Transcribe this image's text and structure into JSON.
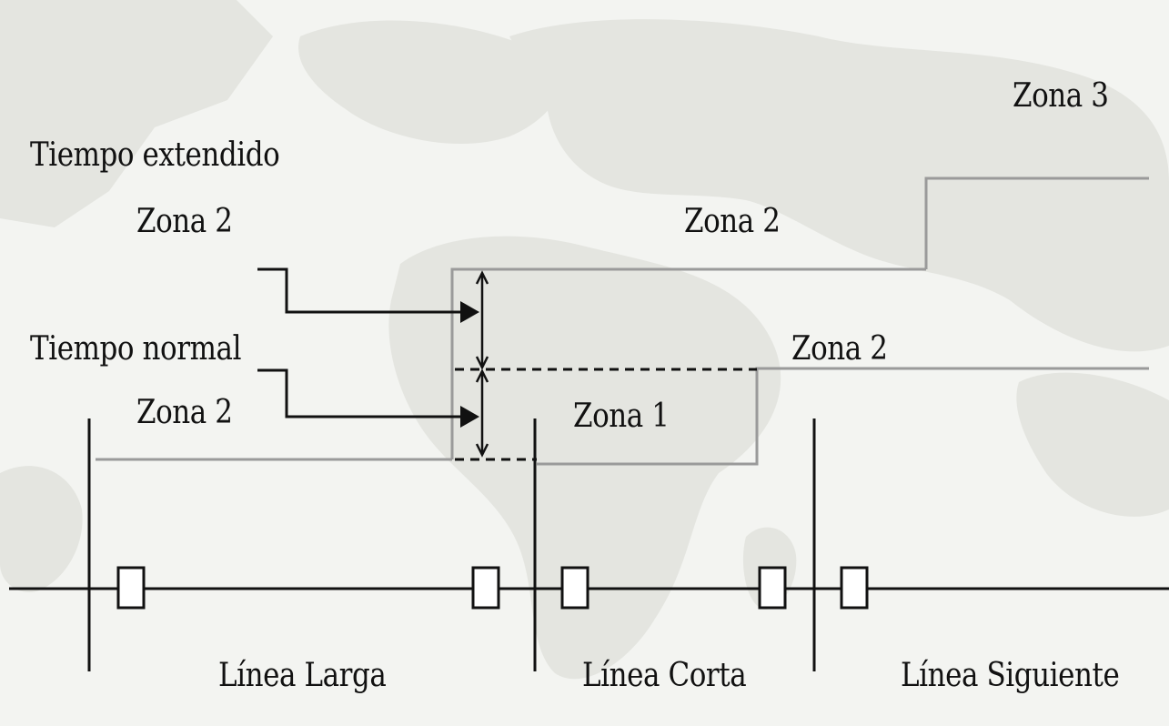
{
  "labels": {
    "zona3": "Zona 3",
    "tiempo_extendido": "Tiempo extendido",
    "zona2_extendido": "Zona 2",
    "zona2_upper": "Zona 2",
    "tiempo_normal": "Tiempo normal",
    "zona2_normal": "Zona  2",
    "zona2_right": "Zona 2",
    "zona1": "Zona 1",
    "linea_larga": "Línea Larga",
    "linea_corta": "Línea Corta",
    "linea_siguiente": "Línea Siguiente"
  },
  "colors": {
    "ink": "#111111",
    "zone_boundary": "#9a9a9a",
    "breaker_fill": "#ffffff",
    "map_background": "#e6e7e2"
  }
}
